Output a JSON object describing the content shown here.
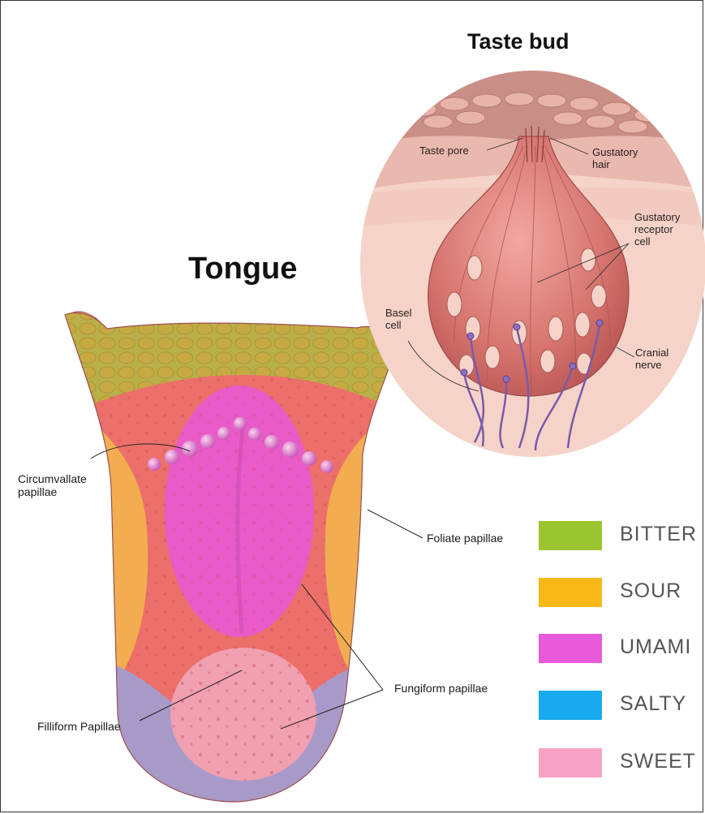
{
  "titles": {
    "tongue": "Tongue",
    "taste_bud": "Taste bud"
  },
  "tongue_labels": {
    "circumvallate": "Circumvallate\npapillae",
    "foliate": "Foliate papillae",
    "fungiform": "Fungiform papillae",
    "filliform": "Filliform Papillae"
  },
  "taste_bud_labels": {
    "taste_pore": "Taste pore",
    "gustatory_hair": "Gustatory\nhair",
    "gustatory_receptor": "Gustatory\nreceptor\ncell",
    "basel_cell": "Basel\ncell",
    "cranial_nerve": "Cranial\nnerve"
  },
  "legend": [
    {
      "label": "BITTER",
      "color": "#9bc530"
    },
    {
      "label": "SOUR",
      "color": "#f8b818"
    },
    {
      "label": "UMAMI",
      "color": "#e659d9"
    },
    {
      "label": "SALTY",
      "color": "#18aaee"
    },
    {
      "label": "SWEET",
      "color": "#f7a1c4"
    }
  ],
  "colors": {
    "bitter_zone": "#b9b04a",
    "sour_zone": "#f1ad4f",
    "umami_zone": "#e85bc8",
    "salty_zone": "#a79ac8",
    "sweet_zone": "#f0a0b0",
    "tongue_base": "#ec6f6a",
    "nerve": "#7a5aa8"
  }
}
